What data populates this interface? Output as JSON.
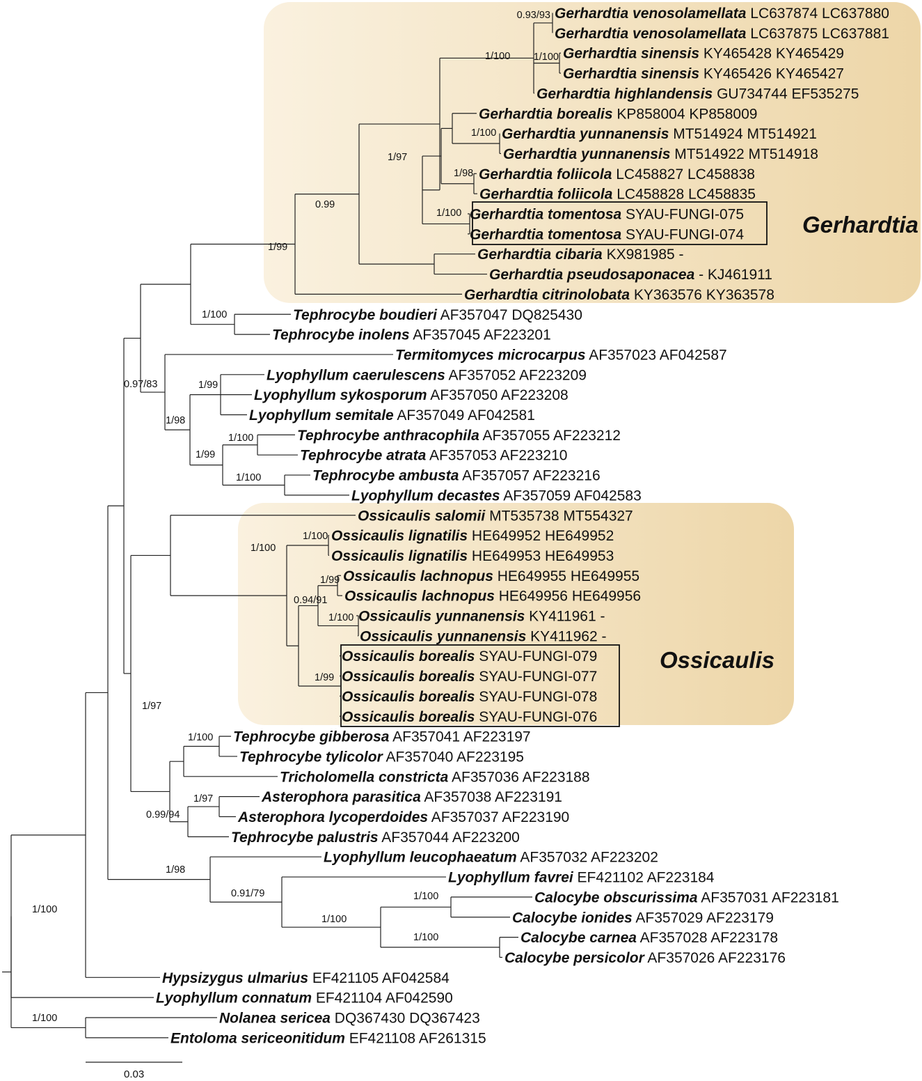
{
  "colors": {
    "clade_fill_light": "#faf1df",
    "clade_fill_dark": "#edd6a8",
    "branch": "#222222",
    "box": "#111111"
  },
  "clade_labels": {
    "gerhardtia": "Gerhardtia",
    "ossicaulis": "Ossicaulis"
  },
  "scale_bar": {
    "label": "0.03"
  },
  "tips": [
    {
      "id": "gven1",
      "species": "Gerhardtia venosolamellata",
      "acc": "LC637874 LC637880"
    },
    {
      "id": "gven2",
      "species": "Gerhardtia venosolamellata",
      "acc": "LC637875 LC637881"
    },
    {
      "id": "gsin1",
      "species": "Gerhardtia sinensis",
      "acc": "KY465428 KY465429"
    },
    {
      "id": "gsin2",
      "species": "Gerhardtia sinensis",
      "acc": "KY465426 KY465427"
    },
    {
      "id": "ghig",
      "species": "Gerhardtia highlandensis",
      "acc": "GU734744 EF535275"
    },
    {
      "id": "gbor",
      "species": "Gerhardtia borealis",
      "acc": "KP858004 KP858009"
    },
    {
      "id": "gyun1",
      "species": "Gerhardtia yunnanensis",
      "acc": "MT514924 MT514921"
    },
    {
      "id": "gyun2",
      "species": "Gerhardtia yunnanensis",
      "acc": "MT514922 MT514918"
    },
    {
      "id": "gfol1",
      "species": "Gerhardtia foliicola",
      "acc": "LC458827 LC458838"
    },
    {
      "id": "gfol2",
      "species": "Gerhardtia foliicola",
      "acc": "LC458828 LC458835"
    },
    {
      "id": "gtom1",
      "species": "Gerhardtia tomentosa",
      "acc": "SYAU-FUNGI-075"
    },
    {
      "id": "gtom2",
      "species": "Gerhardtia tomentosa",
      "acc": "SYAU-FUNGI-074"
    },
    {
      "id": "gcib",
      "species": "Gerhardtia cibaria",
      "acc": "KX981985 -"
    },
    {
      "id": "gpse",
      "species": "Gerhardtia pseudosaponacea",
      "acc": "- KJ461911"
    },
    {
      "id": "gcit",
      "species": "Gerhardtia citrinolobata",
      "acc": "KY363576 KY363578"
    },
    {
      "id": "tbou",
      "species": "Tephrocybe boudieri",
      "acc": "AF357047 DQ825430"
    },
    {
      "id": "tino",
      "species": "Tephrocybe inolens",
      "acc": "AF357045 AF223201"
    },
    {
      "id": "tmic",
      "species": "Termitomyces microcarpus",
      "acc": "AF357023 AF042587"
    },
    {
      "id": "lcae",
      "species": "Lyophyllum caerulescens",
      "acc": "AF357052 AF223209"
    },
    {
      "id": "lsyk",
      "species": "Lyophyllum sykosporum",
      "acc": "AF357050 AF223208"
    },
    {
      "id": "lsem",
      "species": "Lyophyllum semitale",
      "acc": "AF357049 AF042581"
    },
    {
      "id": "tant",
      "species": "Tephrocybe anthracophila",
      "acc": "AF357055 AF223212"
    },
    {
      "id": "tatr",
      "species": "Tephrocybe atrata",
      "acc": "AF357053 AF223210"
    },
    {
      "id": "tamb",
      "species": "Tephrocybe ambusta",
      "acc": "AF357057 AF223216"
    },
    {
      "id": "ldec",
      "species": "Lyophyllum decastes",
      "acc": "AF357059 AF042583"
    },
    {
      "id": "osal",
      "species": "Ossicaulis salomii",
      "acc": "MT535738 MT554327"
    },
    {
      "id": "olig1",
      "species": "Ossicaulis lignatilis",
      "acc": "HE649952 HE649952"
    },
    {
      "id": "olig2",
      "species": "Ossicaulis lignatilis",
      "acc": "HE649953 HE649953"
    },
    {
      "id": "olac1",
      "species": "Ossicaulis lachnopus",
      "acc": "HE649955 HE649955"
    },
    {
      "id": "olac2",
      "species": "Ossicaulis lachnopus",
      "acc": "HE649956 HE649956"
    },
    {
      "id": "oyun1",
      "species": "Ossicaulis yunnanensis",
      "acc": "KY411961 -"
    },
    {
      "id": "oyun2",
      "species": "Ossicaulis yunnanensis",
      "acc": "KY411962 -"
    },
    {
      "id": "obor1",
      "species": "Ossicaulis borealis",
      "acc": "SYAU-FUNGI-079"
    },
    {
      "id": "obor2",
      "species": "Ossicaulis borealis",
      "acc": "SYAU-FUNGI-077"
    },
    {
      "id": "obor3",
      "species": "Ossicaulis borealis",
      "acc": "SYAU-FUNGI-078"
    },
    {
      "id": "obor4",
      "species": "Ossicaulis borealis",
      "acc": "SYAU-FUNGI-076"
    },
    {
      "id": "tgib",
      "species": "Tephrocybe gibberosa",
      "acc": "AF357041 AF223197"
    },
    {
      "id": "ttyl",
      "species": "Tephrocybe tylicolor",
      "acc": "AF357040 AF223195"
    },
    {
      "id": "tcon",
      "species": "Tricholomella constricta",
      "acc": "AF357036 AF223188"
    },
    {
      "id": "apar",
      "species": "Asterophora parasitica",
      "acc": "AF357038  AF223191"
    },
    {
      "id": "alyc",
      "species": "Asterophora lycoperdoides",
      "acc": "AF357037 AF223190"
    },
    {
      "id": "tpal",
      "species": "Tephrocybe palustris",
      "acc": "AF357044 AF223200"
    },
    {
      "id": "lleu",
      "species": "Lyophyllum leucophaeatum",
      "acc": "AF357032 AF223202"
    },
    {
      "id": "lfav",
      "species": "Lyophyllum favrei",
      "acc": "EF421102 AF223184"
    },
    {
      "id": "cobs",
      "species": "Calocybe obscurissima",
      "acc": "AF357031 AF223181"
    },
    {
      "id": "cion",
      "species": "Calocybe ionides",
      "acc": "AF357029 AF223179"
    },
    {
      "id": "ccar",
      "species": "Calocybe carnea",
      "acc": "AF357028 AF223178"
    },
    {
      "id": "cper",
      "species": "Calocybe persicolor",
      "acc": "AF357026 AF223176"
    },
    {
      "id": "hulm",
      "species": "Hypsizygus ulmarius",
      "acc": "EF421105 AF042584"
    },
    {
      "id": "lcon",
      "species": "Lyophyllum connatum",
      "acc": "EF421104 AF042590"
    },
    {
      "id": "nser",
      "species": "Nolanea sericea",
      "acc": "DQ367430 DQ367423"
    },
    {
      "id": "eser",
      "species": "Entoloma sericeonitidum",
      "acc": "EF421108 AF261315"
    }
  ],
  "nodes": [
    {
      "id": "n_ven",
      "children": [
        "gven1",
        "gven2"
      ],
      "support": "0.93/93"
    },
    {
      "id": "n_sin",
      "children": [
        "gsin1",
        "gsin2"
      ],
      "support": "1/100"
    },
    {
      "id": "n_vs",
      "children": [
        "n_ven",
        "n_sin",
        "ghig"
      ],
      "support": "1/100"
    },
    {
      "id": "n_yun",
      "children": [
        "gyun1",
        "gyun2"
      ],
      "support": "1/100"
    },
    {
      "id": "n_byun",
      "children": [
        "gbor",
        "n_yun"
      ],
      "support": ""
    },
    {
      "id": "n_fol",
      "children": [
        "gfol1",
        "gfol2"
      ],
      "support": "1/98"
    },
    {
      "id": "n_bf",
      "children": [
        "n_byun",
        "n_fol"
      ],
      "support": ""
    },
    {
      "id": "n_tom",
      "children": [
        "gtom1",
        "gtom2"
      ],
      "support": "1/100"
    },
    {
      "id": "n_bft",
      "children": [
        "n_bf",
        "n_tom"
      ],
      "support": ""
    },
    {
      "id": "n_top",
      "children": [
        "n_vs",
        "n_bft"
      ],
      "support": ""
    },
    {
      "id": "n_cp",
      "children": [
        "gcib",
        "gpse"
      ],
      "support": ""
    },
    {
      "id": "n_g97",
      "children": [
        "n_top",
        "n_cp"
      ],
      "support": "1/97"
    },
    {
      "id": "n_g99",
      "children": [
        "n_g97",
        "gcit"
      ],
      "support": "0.99"
    },
    {
      "id": "n_tbi",
      "children": [
        "tbou",
        "tino"
      ],
      "support": "1/100"
    },
    {
      "id": "n_gt",
      "children": [
        "n_g99",
        "n_tbi"
      ],
      "support": "1/99"
    },
    {
      "id": "n_ly",
      "children": [
        "lcae",
        "lsyk",
        "lsem"
      ],
      "support": "1/99"
    },
    {
      "id": "n_ta",
      "children": [
        "tant",
        "tatr"
      ],
      "support": "1/100"
    },
    {
      "id": "n_tl",
      "children": [
        "tamb",
        "ldec"
      ],
      "support": "1/100"
    },
    {
      "id": "n_tt",
      "children": [
        "n_ta",
        "n_tl"
      ],
      "support": "1/99"
    },
    {
      "id": "n_l98",
      "children": [
        "n_ly",
        "n_tt"
      ],
      "support": "1/98"
    },
    {
      "id": "n_tl2",
      "children": [
        "tmic",
        "n_l98"
      ],
      "support": ""
    },
    {
      "id": "n_083",
      "children": [
        "n_gt",
        "n_tl2"
      ],
      "support": "0.97/83"
    },
    {
      "id": "n_olig",
      "children": [
        "olig1",
        "olig2"
      ],
      "support": "1/100"
    },
    {
      "id": "n_olac",
      "children": [
        "olac1",
        "olac2"
      ],
      "support": "1/99"
    },
    {
      "id": "n_oyun",
      "children": [
        "oyun1",
        "oyun2"
      ],
      "support": "1/100"
    },
    {
      "id": "n_ly2",
      "children": [
        "n_olac",
        "n_oyun"
      ],
      "support": ""
    },
    {
      "id": "n_obor",
      "children": [
        "obor1",
        "obor2",
        "obor3",
        "obor4"
      ],
      "support": "1/99"
    },
    {
      "id": "n_o91",
      "children": [
        "n_ly2",
        "n_obor"
      ],
      "support": "0.94/91"
    },
    {
      "id": "n_lo",
      "children": [
        "n_olig",
        "n_o91"
      ],
      "support": ""
    },
    {
      "id": "n_oss",
      "children": [
        "osal",
        "n_lo"
      ],
      "support": "1/100"
    },
    {
      "id": "n_tg",
      "children": [
        "tgib",
        "ttyl"
      ],
      "support": "1/100"
    },
    {
      "id": "n_tgt",
      "children": [
        "n_tg",
        "tcon"
      ],
      "support": ""
    },
    {
      "id": "n_ast",
      "children": [
        "apar",
        "alyc"
      ],
      "support": "1/97"
    },
    {
      "id": "n_ap",
      "children": [
        "n_ast",
        "tpal"
      ],
      "support": ""
    },
    {
      "id": "n_094",
      "children": [
        "n_tgt",
        "n_ap"
      ],
      "support": "0.99/94"
    },
    {
      "id": "n_197",
      "children": [
        "n_oss",
        "n_094"
      ],
      "support": "1/97"
    },
    {
      "id": "n_a",
      "children": [
        "n_083",
        "n_197"
      ],
      "support": ""
    },
    {
      "id": "n_co",
      "children": [
        "cobs",
        "cion"
      ],
      "support": "1/100"
    },
    {
      "id": "n_cc",
      "children": [
        "ccar",
        "cper"
      ],
      "support": "1/100"
    },
    {
      "id": "n_cal",
      "children": [
        "n_co",
        "n_cc"
      ],
      "support": "1/100"
    },
    {
      "id": "n_079",
      "children": [
        "lfav",
        "n_cal"
      ],
      "support": "0.91/79"
    },
    {
      "id": "n_l98b",
      "children": [
        "lleu",
        "n_079"
      ],
      "support": "1/98"
    },
    {
      "id": "n_b",
      "children": [
        "n_a",
        "n_l98b"
      ],
      "support": ""
    },
    {
      "id": "n_c",
      "children": [
        "n_b",
        "hulm"
      ],
      "support": ""
    },
    {
      "id": "n_lyo",
      "children": [
        "n_c",
        "lcon"
      ],
      "support": ""
    },
    {
      "id": "n_ent",
      "children": [
        "nser",
        "eser"
      ],
      "support": "1/100"
    },
    {
      "id": "root",
      "children": [
        "n_lyo",
        "n_ent"
      ],
      "support": "1/100"
    }
  ]
}
